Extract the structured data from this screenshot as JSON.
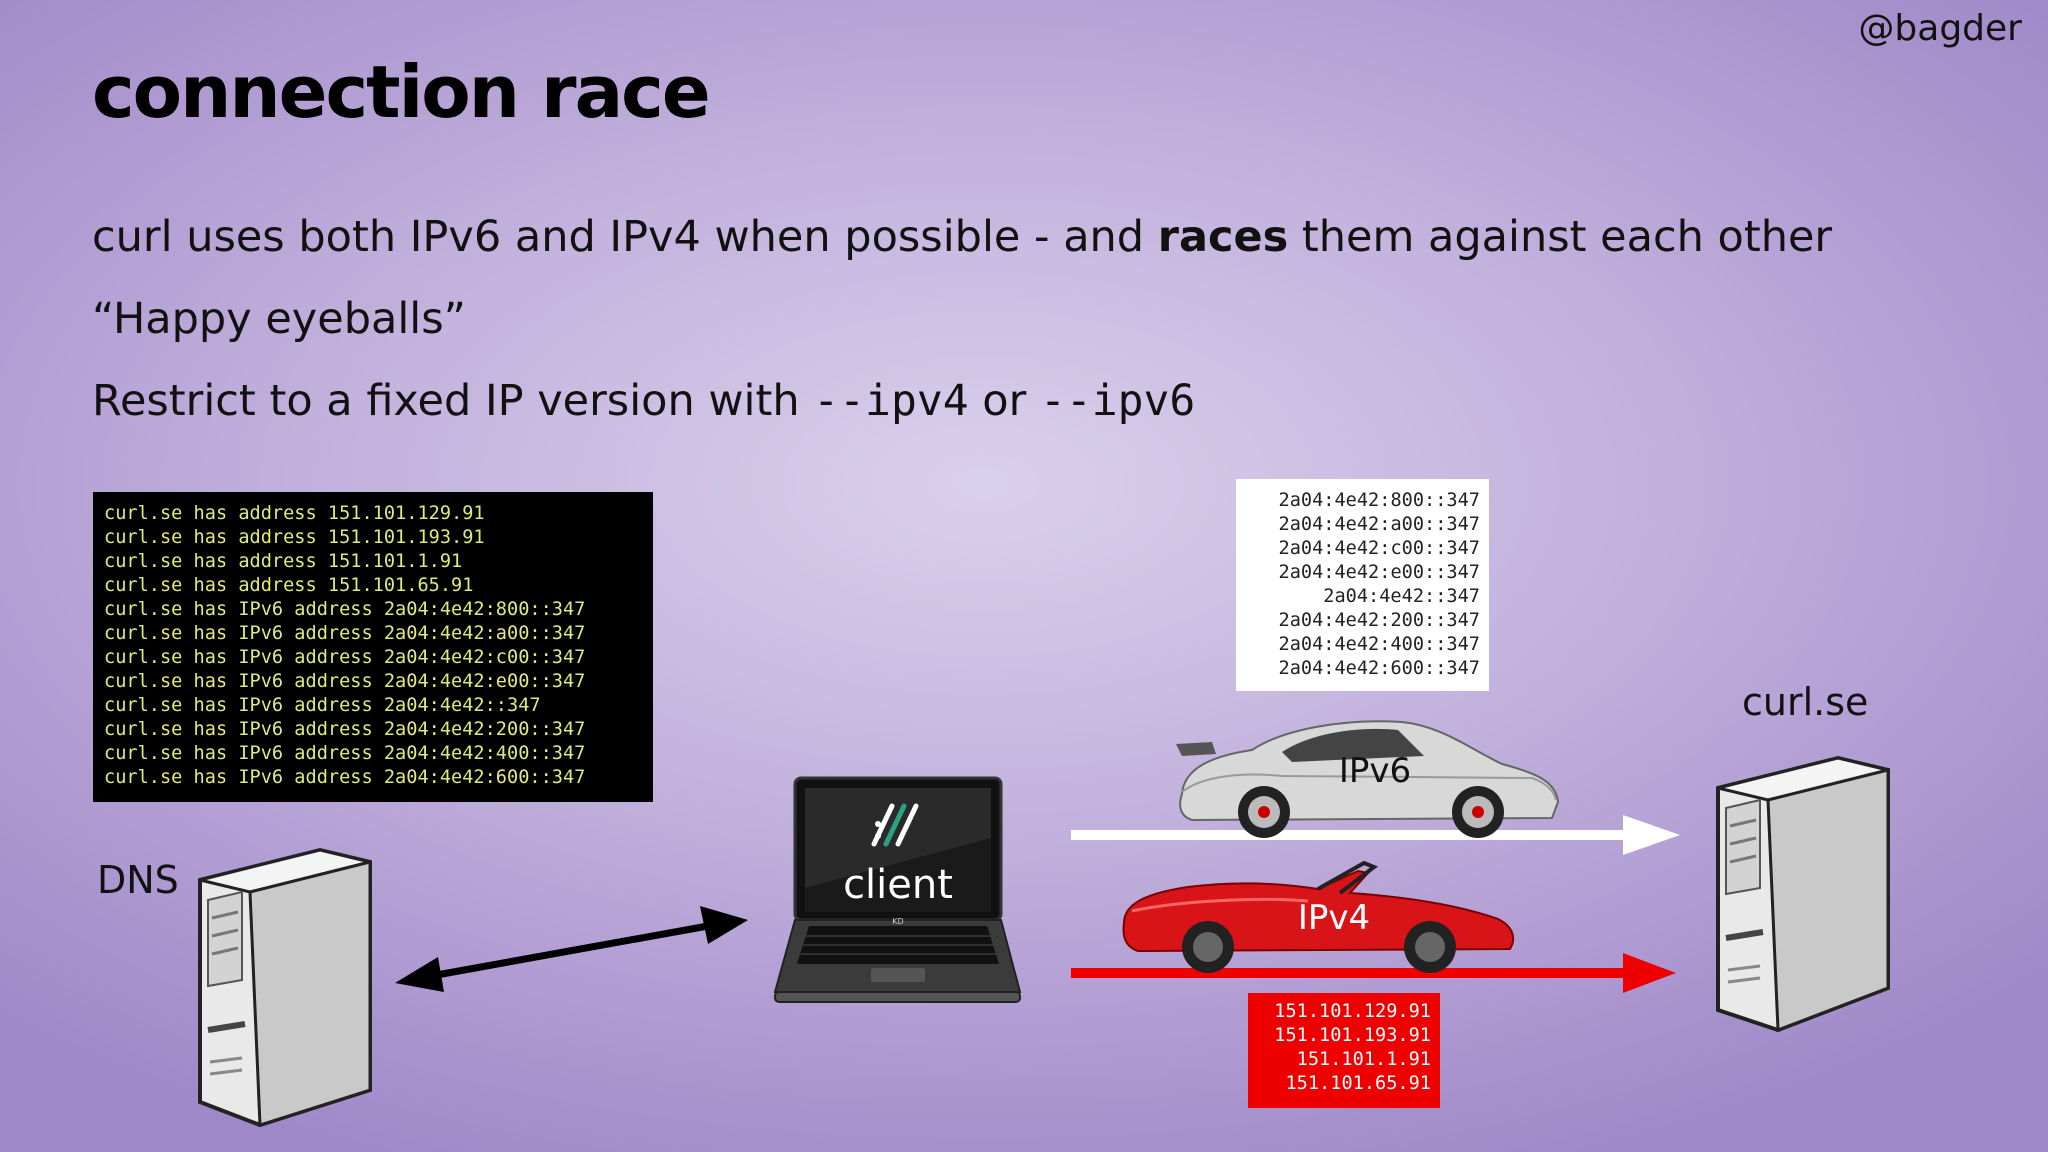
{
  "handle": "@bagder",
  "title": "connection race",
  "line1": {
    "before": "curl uses both IPv6 and IPv4 when possible - and ",
    "bold": "races",
    "after": " them against each other"
  },
  "line2": "“Happy eyeballs”",
  "line3": {
    "before": "Restrict to a fixed IP version with ",
    "opt1": "--ipv4",
    "mid": " or ",
    "opt2": "--ipv6"
  },
  "terminal_lines": [
    "curl.se has address 151.101.129.91",
    "curl.se has address 151.101.193.91",
    "curl.se has address 151.101.1.91",
    "curl.se has address 151.101.65.91",
    "curl.se has IPv6 address 2a04:4e42:800::347",
    "curl.se has IPv6 address 2a04:4e42:a00::347",
    "curl.se has IPv6 address 2a04:4e42:c00::347",
    "curl.se has IPv6 address 2a04:4e42:e00::347",
    "curl.se has IPv6 address 2a04:4e42::347",
    "curl.se has IPv6 address 2a04:4e42:200::347",
    "curl.se has IPv6 address 2a04:4e42:400::347",
    "curl.se has IPv6 address 2a04:4e42:600::347"
  ],
  "ipv6_addresses": [
    "2a04:4e42:800::347",
    "2a04:4e42:a00::347",
    "2a04:4e42:c00::347",
    "2a04:4e42:e00::347",
    "2a04:4e42::347",
    "2a04:4e42:200::347",
    "2a04:4e42:400::347",
    "2a04:4e42:600::347"
  ],
  "ipv4_addresses": [
    "151.101.129.91",
    "151.101.193.91",
    "151.101.1.91",
    "151.101.65.91"
  ],
  "labels": {
    "dns": "DNS",
    "server": "curl.se",
    "client": "client",
    "car_ipv6": "IPv6",
    "car_ipv4": "IPv4",
    "laptop_brand": "KD"
  },
  "colors": {
    "terminal_text": "#e0ea7a",
    "ipv4_red": "#ee0000",
    "ipv6_white": "#ffffff",
    "silver_car": "#d6d6d6",
    "red_car": "#d81418"
  },
  "icons": {
    "dns_server": "server-tower-icon",
    "target_server": "server-tower-icon",
    "client_laptop": "laptop-icon",
    "curl_logo": "curl-logo-icon",
    "ipv6_car": "silver-sports-car-icon",
    "ipv4_car": "red-convertible-car-icon"
  }
}
